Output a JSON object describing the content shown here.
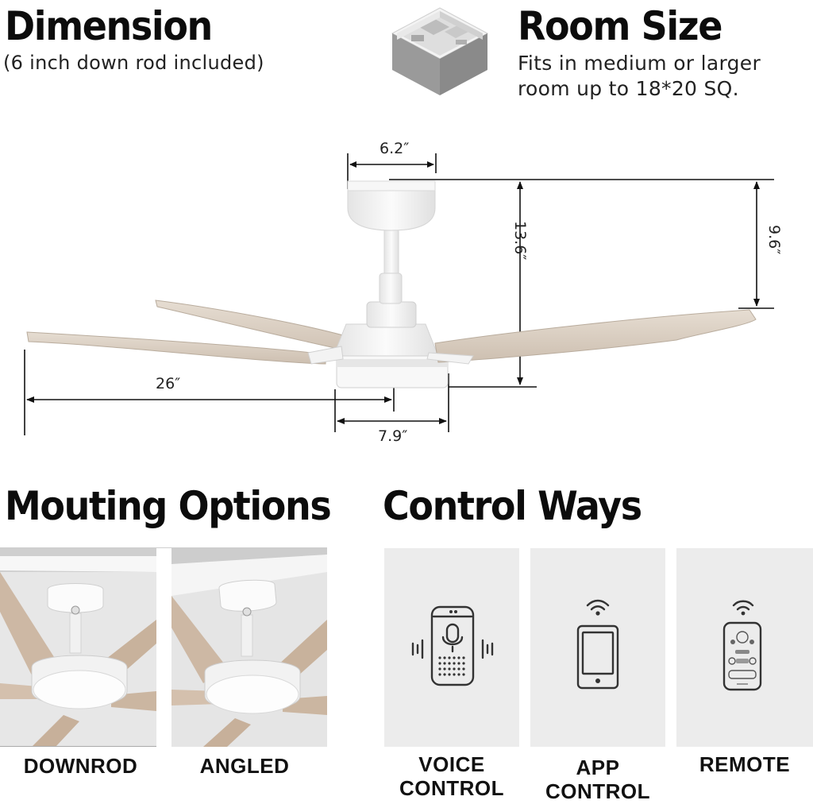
{
  "dimension": {
    "title": "Dimension",
    "subtitle": "(6 inch down rod included)"
  },
  "room_size": {
    "title": "Room Size",
    "line1": "Fits in medium or larger",
    "line2": "room up to 18*20 SQ.",
    "icon": "room-isometric-icon"
  },
  "measurements": {
    "canopy_width": "6.2″",
    "total_height": "13.6″",
    "canopy_to_blade": "9.6″",
    "blade_length": "26″",
    "light_width": "7.9″"
  },
  "mounting": {
    "title": "Mouting Options",
    "options": [
      {
        "label": "DOWNROD"
      },
      {
        "label": "ANGLED"
      }
    ]
  },
  "control": {
    "title": "Control Ways",
    "items": [
      {
        "line1": "VOICE",
        "line2": "CONTROL",
        "icon": "smart-speaker-icon"
      },
      {
        "line1": "APP",
        "line2": "CONTROL",
        "icon": "smartphone-wifi-icon"
      },
      {
        "line1": "REMOTE",
        "line2": "",
        "icon": "remote-control-icon"
      }
    ]
  },
  "colors": {
    "fan_white": "#f4f4f4",
    "blade_wood": "#d9cfc3",
    "panel_bg": "#ececec",
    "heading": "#0c0c0c"
  }
}
